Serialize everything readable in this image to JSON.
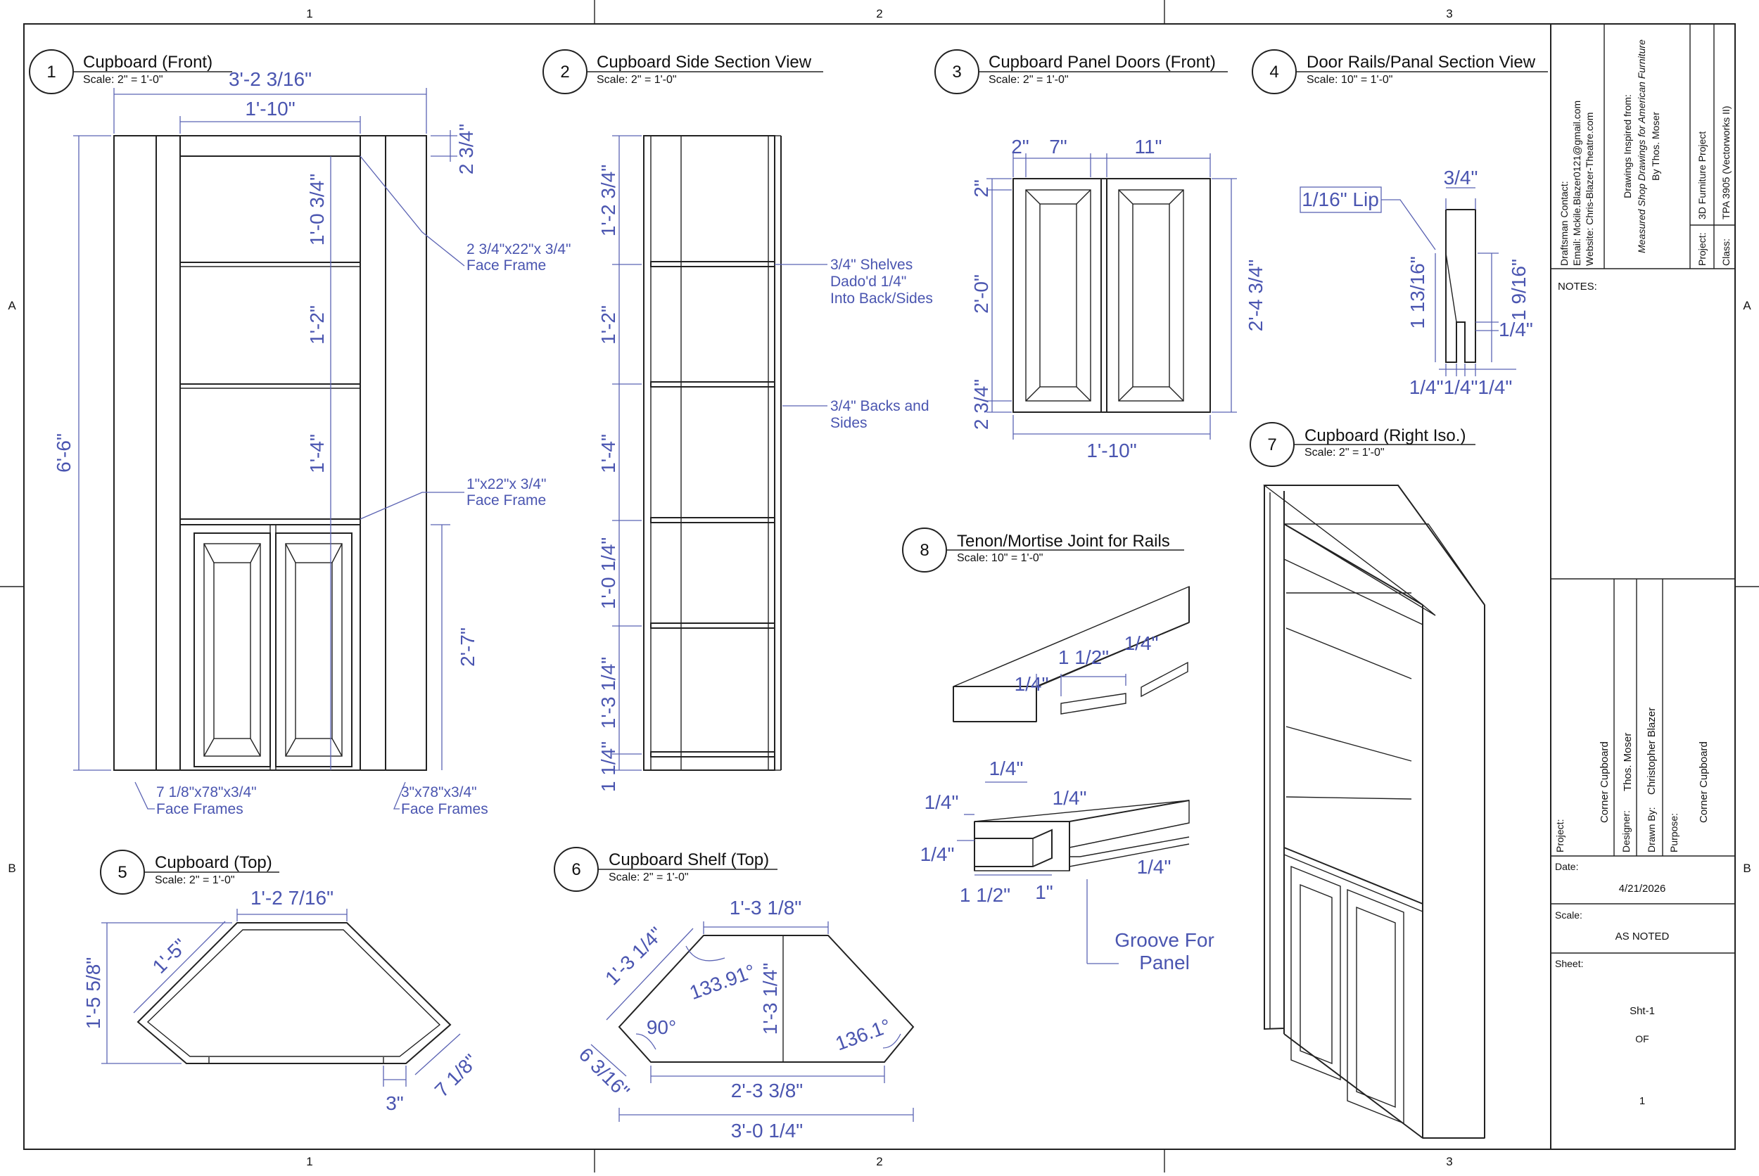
{
  "sheet": {
    "grid_cols": [
      "1",
      "2",
      "3"
    ],
    "grid_rows": [
      "A",
      "B"
    ]
  },
  "views": {
    "v1": {
      "num": "1",
      "title": "Cupboard (Front)",
      "scale": "Scale: 2\" = 1'-0\""
    },
    "v2": {
      "num": "2",
      "title": "Cupboard Side Section View",
      "scale": "Scale: 2\" = 1'-0\""
    },
    "v3": {
      "num": "3",
      "title": "Cupboard Panel Doors (Front)",
      "scale": "Scale: 2\" = 1'-0\""
    },
    "v4": {
      "num": "4",
      "title": "Door Rails/Panal Section View",
      "scale": "Scale: 10\" = 1'-0\""
    },
    "v5": {
      "num": "5",
      "title": "Cupboard (Top)",
      "scale": "Scale: 2\" = 1'-0\""
    },
    "v6": {
      "num": "6",
      "title": "Cupboard Shelf (Top)",
      "scale": "Scale: 2\" = 1'-0\""
    },
    "v7": {
      "num": "7",
      "title": "Cupboard (Right Iso.)",
      "scale": "Scale: 2\" = 1'-0\""
    },
    "v8": {
      "num": "8",
      "title": "Tenon/Mortise Joint for Rails",
      "scale": "Scale: 10\" = 1'-0\""
    }
  },
  "dims": {
    "d1_width": "3'-2 3/16\"",
    "d1_inner": "1'-10\"",
    "d1_top": "2 3/4\"",
    "d1_s1": "1'-0 3/4\"",
    "d1_s2": "1'-2\"",
    "d1_s3": "1'-4\"",
    "d1_lower": "2'-7\"",
    "d1_height": "6'-6\"",
    "d2_1": "1'-2 3/4\"",
    "d2_2": "1'-2\"",
    "d2_3": "1'-4\"",
    "d2_4": "1'-0 1/4\"",
    "d2_5": "1'-3 1/4\"",
    "d2_6": "1 1/4\"",
    "d3_a": "2\"",
    "d3_b": "7\"",
    "d3_c": "11\"",
    "d3_d": "2\"",
    "d3_e": "2'-0\"",
    "d3_f": "2 3/4\"",
    "d3_g": "2'-4 3/4\"",
    "d3_h": "1'-10\"",
    "d4_lip": "1/16\" Lip",
    "d4_top": "3/4\"",
    "d4_l": "1 13/16\"",
    "d4_r": "1 9/16\"",
    "d4_q": "1/4\"",
    "d4_bottom": "1/4\"1/4\"1/4\"",
    "d5_top": "1'-2 7/16\"",
    "d5_diag": "1'-5\"",
    "d5_h": "1'-5 5/8\"",
    "d5_br": "7 1/8\"",
    "d5_b": "3\"",
    "d6_top": "1'-3 1/8\"",
    "d6_diag": "1'-3 1/4\"",
    "d6_ang1": "133.91°",
    "d6_ang2": "90°",
    "d6_ang3": "136.1°",
    "d6_h": "1'-3 1/4\"",
    "d6_bl": "6 3/16\"",
    "d6_b1": "2'-3 3/8\"",
    "d6_b2": "3'-0 1/4\"",
    "d8_a": "1 1/2\"",
    "d8_b": "1/4\"",
    "d8_c": "1/4\"",
    "d8_d": "1/4\"",
    "d8_e": "1/4\"",
    "d8_f": "1/4\"",
    "d8_g": "1/4\"",
    "d8_h": "1/4\"",
    "d8_i": "1 1/2\"",
    "d8_j": "1\""
  },
  "notes_text": {
    "face_frame1_a": "2 3/4\"x22\"x 3/4\"",
    "face_frame1_b": "Face Frame",
    "face_frame2_a": "1\"x22\"x 3/4\"",
    "face_frame2_b": "Face Frame",
    "ff_left_a": "7 1/8\"x78\"x3/4\"",
    "ff_left_b": "Face Frames",
    "ff_right_a": "3\"x78\"x3/4\"",
    "ff_right_b": "Face Frames",
    "shelves_a": "3/4\" Shelves",
    "shelves_b": "Dado'd 1/4\"",
    "shelves_c": "Into Back/Sides",
    "backs_a": "3/4\" Backs and",
    "backs_b": "Sides",
    "groove_a": "Groove For",
    "groove_b": "Panel"
  },
  "title_block": {
    "contact_1": "Draftsman Contact:",
    "contact_2": "Email: Mckile.Blazer0121@gmail.com",
    "contact_3": "Website: Chris-Blazer-Theatre.com",
    "inspired_1": "Drawings Inspired from:",
    "inspired_2": "Measured Shop Drawings for American Furniture",
    "inspired_3": "By Thos. Moser",
    "project_label": "Project:",
    "project_value": "3D Furniture Project",
    "class_label": "Class:",
    "class_value": "TPA 3905 (Vectorworks II)",
    "notes_label": "NOTES:",
    "project_label2": "Project:",
    "project_title": "Corner Cupboard",
    "designer_label": "Designer:",
    "designer_value": "Thos. Moser",
    "drawn_label": "Drawn By:",
    "drawn_value": "Christopher Blazer",
    "purpose_label": "Purpose:",
    "purpose_value": "Corner Cupboard",
    "date_label": "Date:",
    "date_value": "4/21/2026",
    "scale_label": "Scale:",
    "scale_value": "AS NOTED",
    "sheet_label": "Sheet:",
    "sheet_value": "Sht-1",
    "of_label": "OF",
    "sheet_total": "1"
  }
}
